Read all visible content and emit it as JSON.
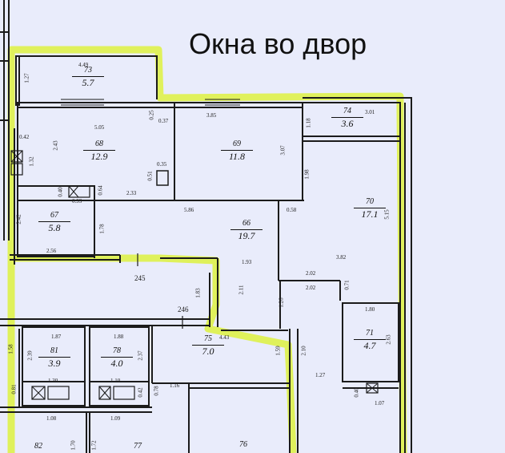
{
  "caption": "Окна во двор",
  "rooms": [
    {
      "id": "r73",
      "number": "73",
      "area": "5.7"
    },
    {
      "id": "r74",
      "number": "74",
      "area": "3.6"
    },
    {
      "id": "r68",
      "number": "68",
      "area": "12.9"
    },
    {
      "id": "r69",
      "number": "69",
      "area": "11.8"
    },
    {
      "id": "r70",
      "number": "70",
      "area": "17.1"
    },
    {
      "id": "r67",
      "number": "67",
      "area": "5.8"
    },
    {
      "id": "r66",
      "number": "66",
      "area": "19.7"
    },
    {
      "id": "r71",
      "number": "71",
      "area": "4.7"
    },
    {
      "id": "r81",
      "number": "81",
      "area": "3.9"
    },
    {
      "id": "r78",
      "number": "78",
      "area": "4.0"
    },
    {
      "id": "r75",
      "number": "75",
      "area": "7.0"
    },
    {
      "id": "r82",
      "number": "82",
      "area": ""
    },
    {
      "id": "r77",
      "number": "77",
      "area": ""
    },
    {
      "id": "r76",
      "number": "76",
      "area": ""
    }
  ],
  "dimensions": {
    "d449": "4.49",
    "d127": "1.27",
    "d505": "5.05",
    "d025": "0.25",
    "d037": "0.37",
    "d385": "3.85",
    "d118": "1.18",
    "d301": "3.01",
    "d042": "0.42",
    "d243": "2.43",
    "d132": "1.32",
    "d051": "0.51",
    "d035": "0.35",
    "d307": "3.07",
    "d198": "1.98",
    "d040a": "0.40",
    "d093": "0.93",
    "d064": "0.64",
    "d233": "2.33",
    "d586": "5.86",
    "d058": "0.58",
    "d515": "5.15",
    "d242": "2.42",
    "d178": "1.78",
    "d256": "2.56",
    "d193": "1.93",
    "d382": "3.82",
    "d245": "245",
    "d202a": "2.02",
    "d202b": "2.02",
    "d071": "0.71",
    "d183": "1.83",
    "d211": "2.11",
    "d126": "1.26",
    "d246": "246",
    "d180": "1.80",
    "d263": "2.63",
    "d187": "1.87",
    "d188": "1.88",
    "d443": "4.43",
    "d158": "1.58",
    "d239": "2.39",
    "d237": "2.37",
    "d159": "1.59",
    "d210": "2.10",
    "d127b": "1.27",
    "d130": "1.30",
    "d110": "1.10",
    "d081": "0.81",
    "d042b": "0.42",
    "d078": "0.78",
    "d116": "1.16",
    "d040b": "0.40",
    "d107": "1.07",
    "d108": "1.08",
    "d109": "1.09",
    "d170": "1.70",
    "d172": "1.72"
  }
}
